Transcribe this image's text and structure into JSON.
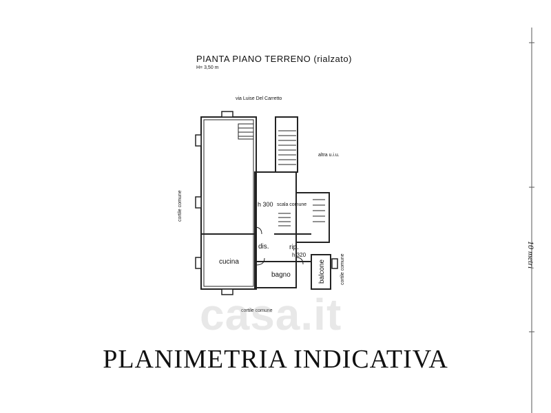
{
  "plan": {
    "title": "PIANTA PIANO TERRENO (rialzato)",
    "height": "H= 3,50 m",
    "street": "via Luise Del Carretto",
    "other_unit": "altra u.i.u.",
    "courtyard_left": "cortile comune",
    "courtyard_right": "cortile comune",
    "courtyard_bottom": "cortile comune",
    "stair_label": "scala comune",
    "h300": "h 300",
    "h320": "h 320",
    "rooms": {
      "cucina": "cucina",
      "dis": "dis.",
      "rip": "rip.",
      "bagno": "bagno",
      "balcone": "balcone"
    }
  },
  "scale": {
    "label": "10 metri"
  },
  "footer": {
    "text": "PLANIMETRIA INDICATIVA"
  },
  "watermark": {
    "text": "casa.it"
  }
}
